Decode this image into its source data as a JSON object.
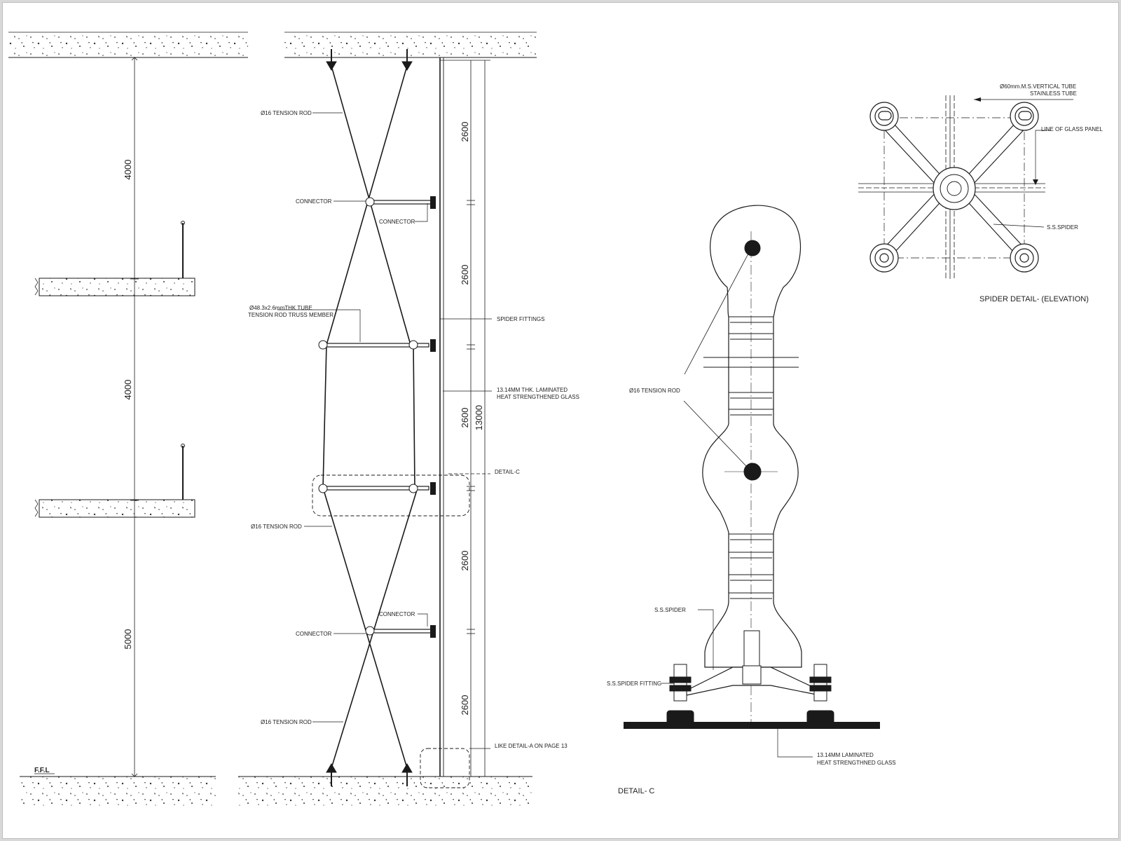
{
  "colors": {
    "line": "#1a1a1a",
    "slab_fill": "#ffffff",
    "background": "#ffffff",
    "frame": "#d9d9d9"
  },
  "dimensions": {
    "floor_heights": [
      "4000",
      "4000",
      "5000"
    ],
    "panel_heights": [
      "2600",
      "2600",
      "2600",
      "2600",
      "2600"
    ],
    "overall_height": "13000"
  },
  "labels": {
    "ffl": "F.F.L",
    "tension_rod_top": "Ø16 TENSION ROD",
    "connector_upper_left": "CONNECTOR",
    "connector_upper_right": "CONNECTOR",
    "truss_member_line1": "Ø48.3x2.6mmTHK TUBE",
    "truss_member_line2": "TENSION ROD TRUSS MEMBER",
    "spider_fittings": "SPIDER FITTINGS",
    "glass_line1": "13.14MM THK. LAMINATED",
    "glass_line2": "HEAT STRENGTHENED GLASS",
    "detail_c_callout": "DETAIL-C",
    "tension_rod_mid": "Ø16 TENSION ROD",
    "connector_lower_right": "CONNECTOR",
    "connector_lower_left": "CONNECTOR",
    "tension_rod_bottom": "Ø16 TENSION ROD",
    "like_detail_a": "LIKE DETAIL-A ON PAGE 13"
  },
  "detail_c": {
    "title": "DETAIL- C",
    "tension_rod": "Ø16 TENSION ROD",
    "ss_spider": "S.S.SPIDER",
    "ss_spider_fitting": "S.S.SPIDER FITTING",
    "glass_line1": "13.14MM LAMINATED",
    "glass_line2": "HEAT STRENGTHNED GLASS"
  },
  "spider_detail": {
    "title": "SPIDER DETAIL- (ELEVATION)",
    "tube_line1": "Ø60mm.M.S.VERTICAL TUBE",
    "tube_line2": "STAINLESS TUBE",
    "glass_panel_line": "LINE OF GLASS PANEL",
    "ss_spider": "S.S.SPIDER"
  }
}
